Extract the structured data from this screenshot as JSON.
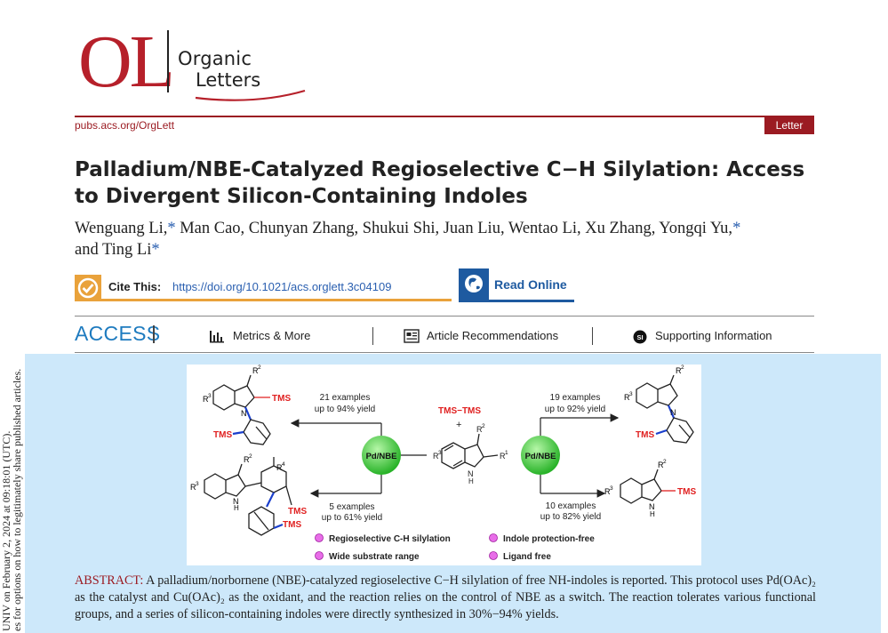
{
  "journal": {
    "logo_mark": "OL",
    "logo_word1": "Organic",
    "logo_word2": "Letters",
    "url": "pubs.acs.org/OrgLett",
    "article_type": "Letter"
  },
  "article": {
    "title": "Palladium/NBE-Catalyzed Regioselective C−H Silylation: Access to Divergent Silicon-Containing Indoles",
    "authors_line1": "Wenguang Li,",
    "authors_line1_rest": " Man Cao, Chunyan Zhang, Shukui Shi, Juan Liu, Wentao Li, Xu Zhang, Yongqi Yu,",
    "authors_line2": "and Ting Li",
    "corresponding_mark": "*"
  },
  "cite": {
    "label": "Cite This:",
    "doi_url": "https://doi.org/10.1021/acs.orglett.3c04109"
  },
  "read_online": {
    "label": "Read Online"
  },
  "access_bar": {
    "title": "ACCESS",
    "metrics": "Metrics & More",
    "recommendations": "Article Recommendations",
    "supporting": "Supporting Information",
    "si_badge": "SI"
  },
  "side_watermark": {
    "line1": "UNIV on February 2, 2024 at 09:18:01 (UTC).",
    "line2": "es for options on how to legitimately share published articles."
  },
  "toc_graphic": {
    "tms_tms": "TMS−TMS",
    "plus": "+",
    "catalyst": "Pd/NBE",
    "left_top_examples": "21 examples",
    "left_top_yield": "up to 94% yield",
    "left_bottom_examples": "5 examples",
    "left_bottom_yield": "up to 61% yield",
    "right_top_examples": "19 examples",
    "right_top_yield": "up to 92% yield",
    "right_bottom_examples": "10 examples",
    "right_bottom_yield": "up to 82% yield",
    "tms": "TMS",
    "features": [
      "Regioselective C-H silylation",
      "Wide substrate range",
      "Indole protection-free",
      "Ligand free"
    ]
  },
  "abstract": {
    "heading": "ABSTRACT:",
    "text": " A palladium/norbornene (NBE)-catalyzed regioselective C−H silylation of free NH-indoles is reported. This protocol uses Pd(OAc)₂ as the catalyst and Cu(OAc)₂ as the oxidant, and the reaction relies on the control of NBE as a switch. The reaction tolerates various functional groups, and a series of silicon-containing indoles were directly synthesized in 30%−94% yields."
  },
  "colors": {
    "brand_red": "#9b1b22",
    "logo_red": "#b6202a",
    "access_blue": "#1e7bbf",
    "link_blue": "#2a5fb0",
    "cite_orange": "#e9a23b",
    "abstract_bg": "#cde8fa",
    "catalyst_green": "#3cc43c",
    "tms_red": "#e02020",
    "bullet_magenta": "#e040e0"
  }
}
